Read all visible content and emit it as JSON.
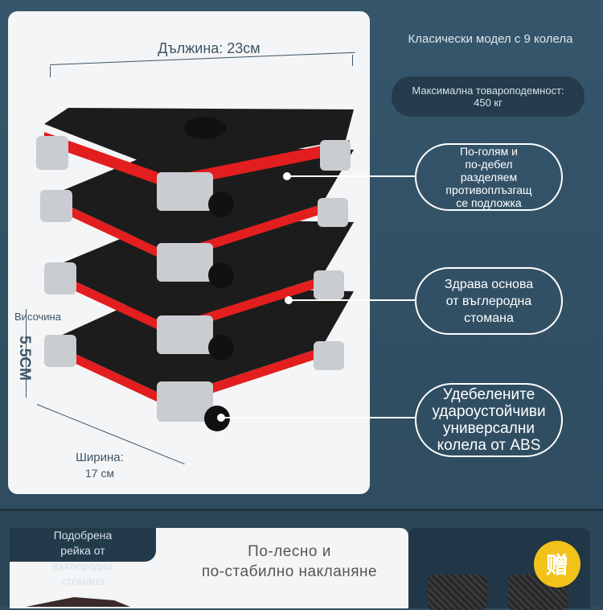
{
  "dimensions": {
    "length": "Дължина: 23см",
    "height_label": "Височина",
    "height_value": "5.5CM",
    "width_label": "Ширина:",
    "width_value": "17 см"
  },
  "model": {
    "title": "Класически модел с 9 колела",
    "capacity_label": "Максимална товароподемност:",
    "capacity_value": "450 кг"
  },
  "features": [
    {
      "lines": [
        "По-голям и",
        "по-дебел",
        "разделяем",
        "противоплъзгащ",
        "се подложка"
      ]
    },
    {
      "lines": [
        "Здрава основа",
        "от въглеродна",
        "стомана"
      ]
    },
    {
      "lines": [
        "Удебелените",
        "удароустойчиви",
        "универсални",
        "колела от ABS"
      ]
    }
  ],
  "bottom": {
    "tag_lines": [
      "Подобрена",
      "рейка от",
      "въглеродна",
      "стомана"
    ],
    "caption_lines": [
      "По-лесно и",
      "по-стабилно накланяне"
    ],
    "gift_glyph": "赠"
  },
  "colors": {
    "background": "#2f4b5e",
    "product_red": "#e21e1e",
    "product_black": "#1c1c1c",
    "gift_yellow": "#f2c21a"
  }
}
